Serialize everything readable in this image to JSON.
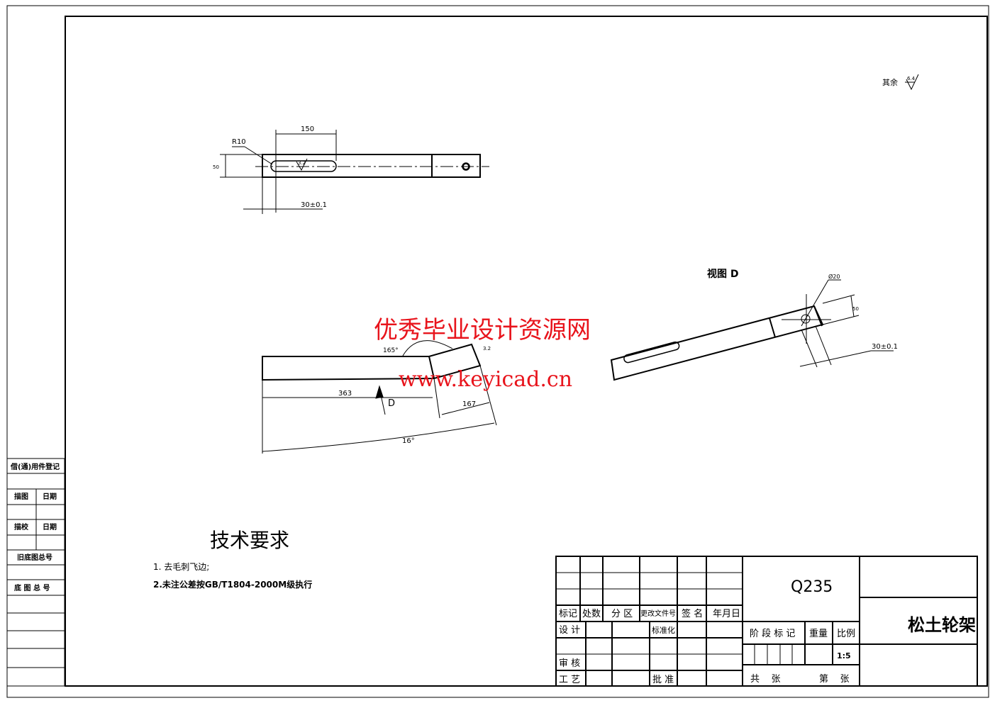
{
  "roughness_note": {
    "label": "其余",
    "value": "6.4"
  },
  "top_view": {
    "dim_length": "150",
    "dim_radius": "R10",
    "dim_height": "50",
    "dim_offset": "30±0.1",
    "roughness": "3.2"
  },
  "side_view": {
    "dim_straight": "363",
    "dim_bent": "167",
    "dim_angle": "16°",
    "dim_bend_angle": "165°",
    "roughness": "3.2",
    "view_arrow": "D"
  },
  "view_d": {
    "title": "视图 D",
    "dim_hole": "Ø20",
    "dim_width": "50",
    "dim_offset": "30±0.1"
  },
  "watermark": {
    "line1": "优秀毕业设计资源网",
    "line2": "www.keyicad.cn"
  },
  "tech_req": {
    "title": "技术要求",
    "items": [
      "1. 去毛刺飞边;",
      "2.未注公差按GB/T1804-2000M级执行"
    ]
  },
  "left_strip": {
    "r1": "借(通)用件登记",
    "r2a": "描图",
    "r2b": "日期",
    "r3a": "描校",
    "r3b": "日期",
    "r4": "旧底图总号",
    "r5": "底 图 总 号"
  },
  "title_block": {
    "headers": [
      "标记",
      "处数",
      "分 区",
      "更改文件号",
      "签 名",
      "年月日"
    ],
    "design": "设 计",
    "standard": "标准化",
    "review": "审 核",
    "process": "工 艺",
    "approve": "批 准",
    "material": "Q235",
    "stage": "阶 段 标 记",
    "weight": "重量",
    "scale_label": "比例",
    "scale": "1:5",
    "sheets_total": "共    张",
    "sheet_no": "第    张",
    "part_name": "松土轮架"
  }
}
